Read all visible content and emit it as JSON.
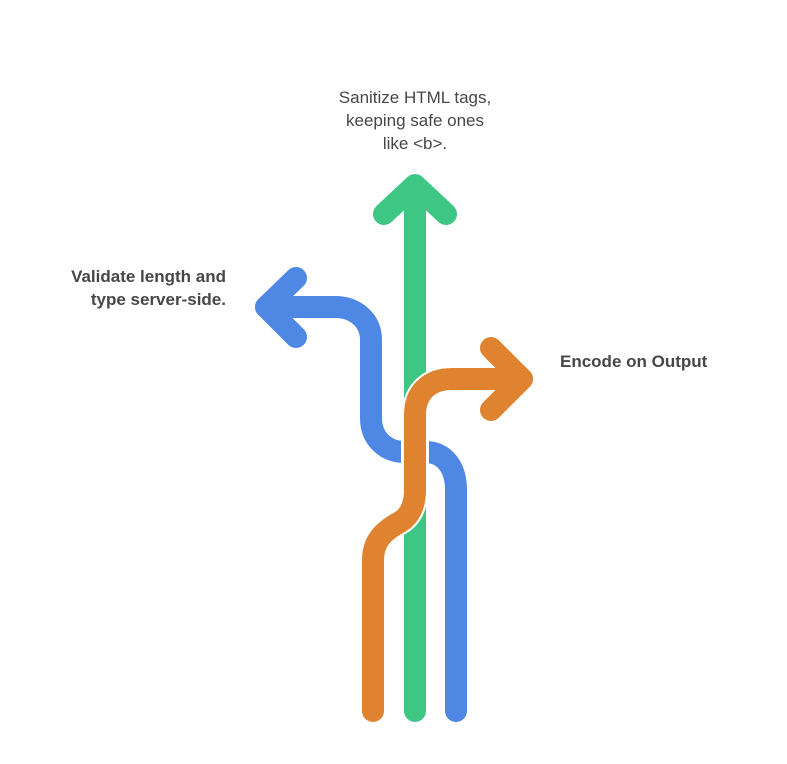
{
  "labels": {
    "top": [
      "Sanitize HTML tags,",
      "keeping safe ones",
      "like <b>."
    ],
    "left": [
      "Validate length and",
      "type server-side."
    ],
    "right": "Encode on Output"
  },
  "colors": {
    "blue": "#4f88e4",
    "green": "#3ec685",
    "orange": "#df8331",
    "text": "#474747"
  }
}
